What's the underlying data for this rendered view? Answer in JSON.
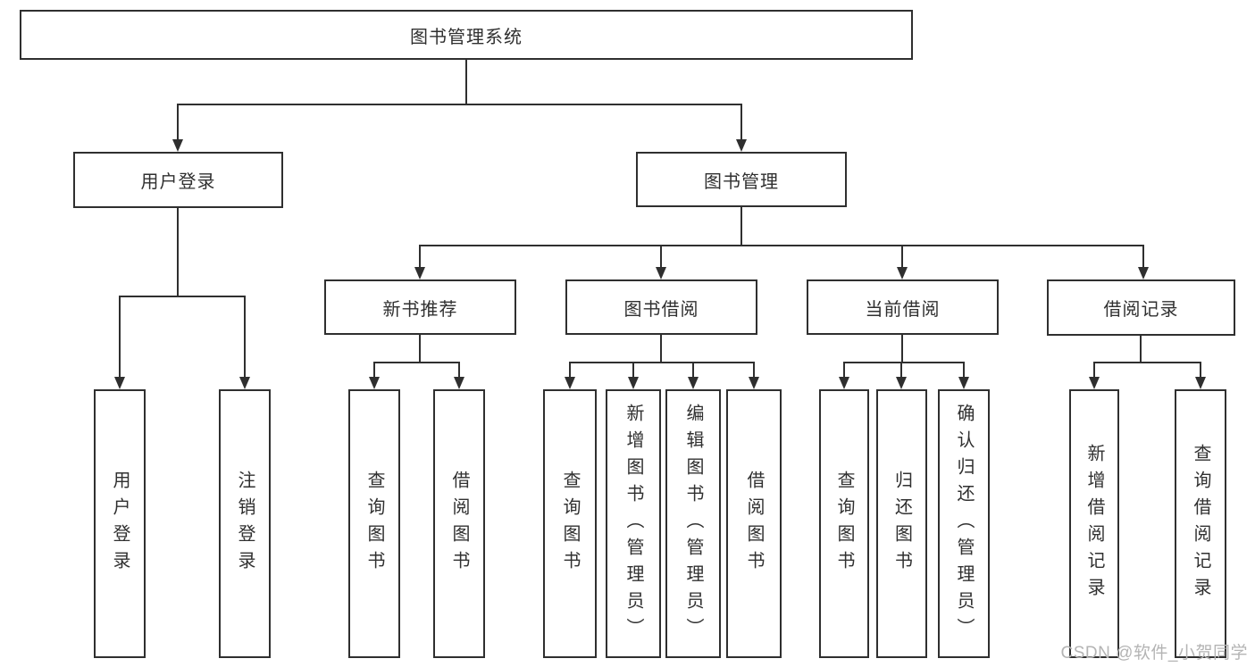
{
  "tree": {
    "root": {
      "label": "图书管理系统"
    },
    "branches": [
      {
        "label": "用户登录",
        "children": [
          {
            "label": "用户登录"
          },
          {
            "label": "注销登录"
          }
        ]
      },
      {
        "label": "图书管理",
        "children": [
          {
            "label": "新书推荐",
            "children": [
              {
                "label": "查询图书"
              },
              {
                "label": "借阅图书"
              }
            ]
          },
          {
            "label": "图书借阅",
            "children": [
              {
                "label": "查询图书"
              },
              {
                "label": "新增图书（管理员）"
              },
              {
                "label": "编辑图书（管理员）"
              },
              {
                "label": "借阅图书"
              }
            ]
          },
          {
            "label": "当前借阅",
            "children": [
              {
                "label": "查询图书"
              },
              {
                "label": "归还图书"
              },
              {
                "label": "确认归还（管理员）"
              }
            ]
          },
          {
            "label": "借阅记录",
            "children": [
              {
                "label": "新增借阅记录"
              },
              {
                "label": "查询借阅记录"
              }
            ]
          }
        ]
      }
    ]
  },
  "watermark": "CSDN @软件_小贺同学",
  "colors": {
    "line": "#2f2f2f",
    "text": "#303030",
    "background": "#ffffff",
    "watermark": "#b4b4b4"
  }
}
